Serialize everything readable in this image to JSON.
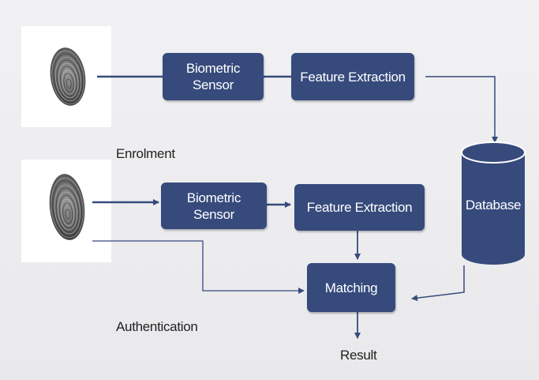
{
  "diagram": {
    "nodes": {
      "enrolment_sensor": "Biometric\nSensor",
      "enrolment_feature": "Feature Extraction",
      "auth_sensor": "Biometric\nSensor",
      "auth_feature": "Feature Extraction",
      "matching": "Matching",
      "database": "Database"
    },
    "labels": {
      "enrolment": "Enrolment",
      "authentication": "Authentication",
      "result": "Result"
    },
    "colors": {
      "box_fill": "#364a7c",
      "connector": "#364a7c",
      "background": "#ececef"
    },
    "icons": {
      "enrolment_input": "fingerprint-icon",
      "auth_input": "fingerprint-icon"
    }
  }
}
